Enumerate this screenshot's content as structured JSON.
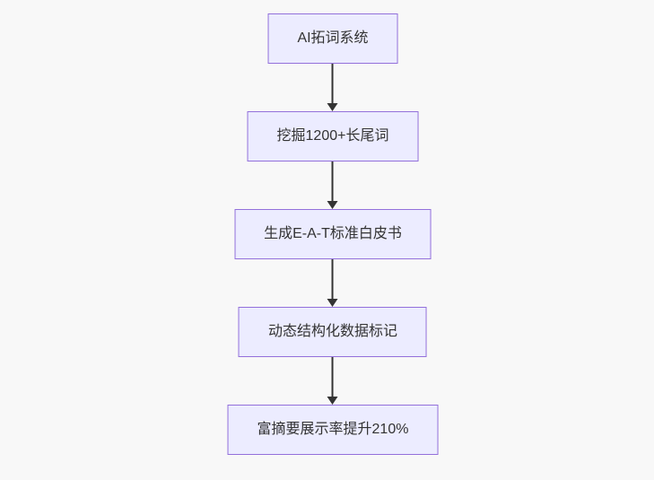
{
  "diagram": {
    "type": "flowchart",
    "direction": "top-down",
    "nodes": [
      {
        "id": "A",
        "label": "AI拓词系统"
      },
      {
        "id": "B",
        "label": "挖掘1200+长尾词"
      },
      {
        "id": "C",
        "label": "生成E-A-T标准白皮书"
      },
      {
        "id": "D",
        "label": "动态结构化数据标记"
      },
      {
        "id": "E",
        "label": "富摘要展示率提升210%"
      }
    ],
    "edges": [
      {
        "from": "A",
        "to": "B"
      },
      {
        "from": "B",
        "to": "C"
      },
      {
        "from": "C",
        "to": "D"
      },
      {
        "from": "D",
        "to": "E"
      }
    ],
    "colors": {
      "node_fill": "#ECECFF",
      "node_border": "#9370DB",
      "text": "#333333",
      "arrow": "#333333",
      "background": "#f8f8f8"
    }
  }
}
